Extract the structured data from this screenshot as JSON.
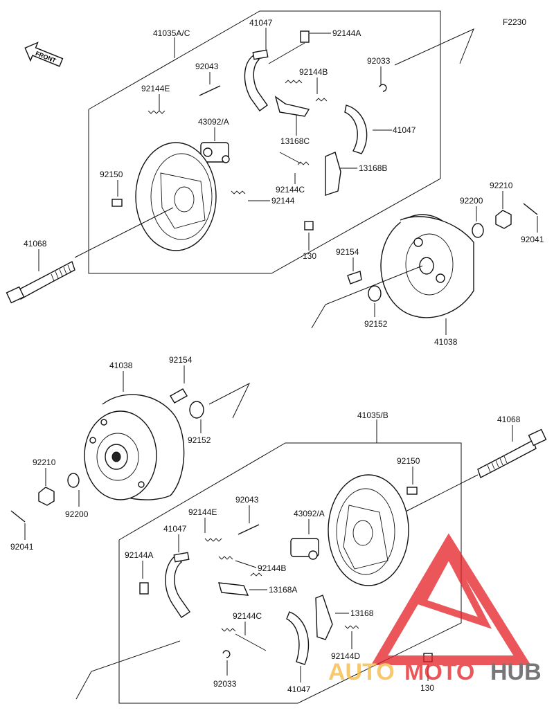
{
  "figure_code": "F2230",
  "front_label": "FRONT",
  "watermark": {
    "part1": "AUTO",
    "part2": "MOTO",
    "part3": "HUB",
    "color_a": "#f6b73c",
    "color_b": "#e31e24",
    "color_c": "#4a4a4a"
  },
  "top_assembly": {
    "group": "41035A/C",
    "shoe_upper": "41047",
    "clip_a": "92144A",
    "pin": "92043",
    "spring_b": "92144B",
    "clip_e": "92144E",
    "cylinder": "43092/A",
    "lever_c": "13168C",
    "ring": "92033",
    "shoe_right": "41047",
    "lever_b": "13168B",
    "spring_c": "92144C",
    "bolt": "92150",
    "spring": "92144",
    "nipple": "130",
    "axle": "41068",
    "hub_bolt": "92154",
    "washer": "92200",
    "nut": "92210",
    "cotter": "92041",
    "seal": "92152",
    "drum": "41038"
  },
  "bottom_assembly": {
    "drum": "41038",
    "hub_bolt": "92154",
    "seal": "92152",
    "nut": "92210",
    "washer": "92200",
    "cotter": "92041",
    "group": "41035/B",
    "axle": "41068",
    "bolt": "92150",
    "pin": "92043",
    "clip_e": "92144E",
    "cylinder": "43092/A",
    "shoe_left": "41047",
    "clip_a": "92144A",
    "spring_b": "92144B",
    "lever_a": "13168A",
    "spring_c": "92144C",
    "lever": "13168",
    "spring_d": "92144D",
    "ring": "92033",
    "shoe_bottom": "41047",
    "nipple": "130"
  }
}
